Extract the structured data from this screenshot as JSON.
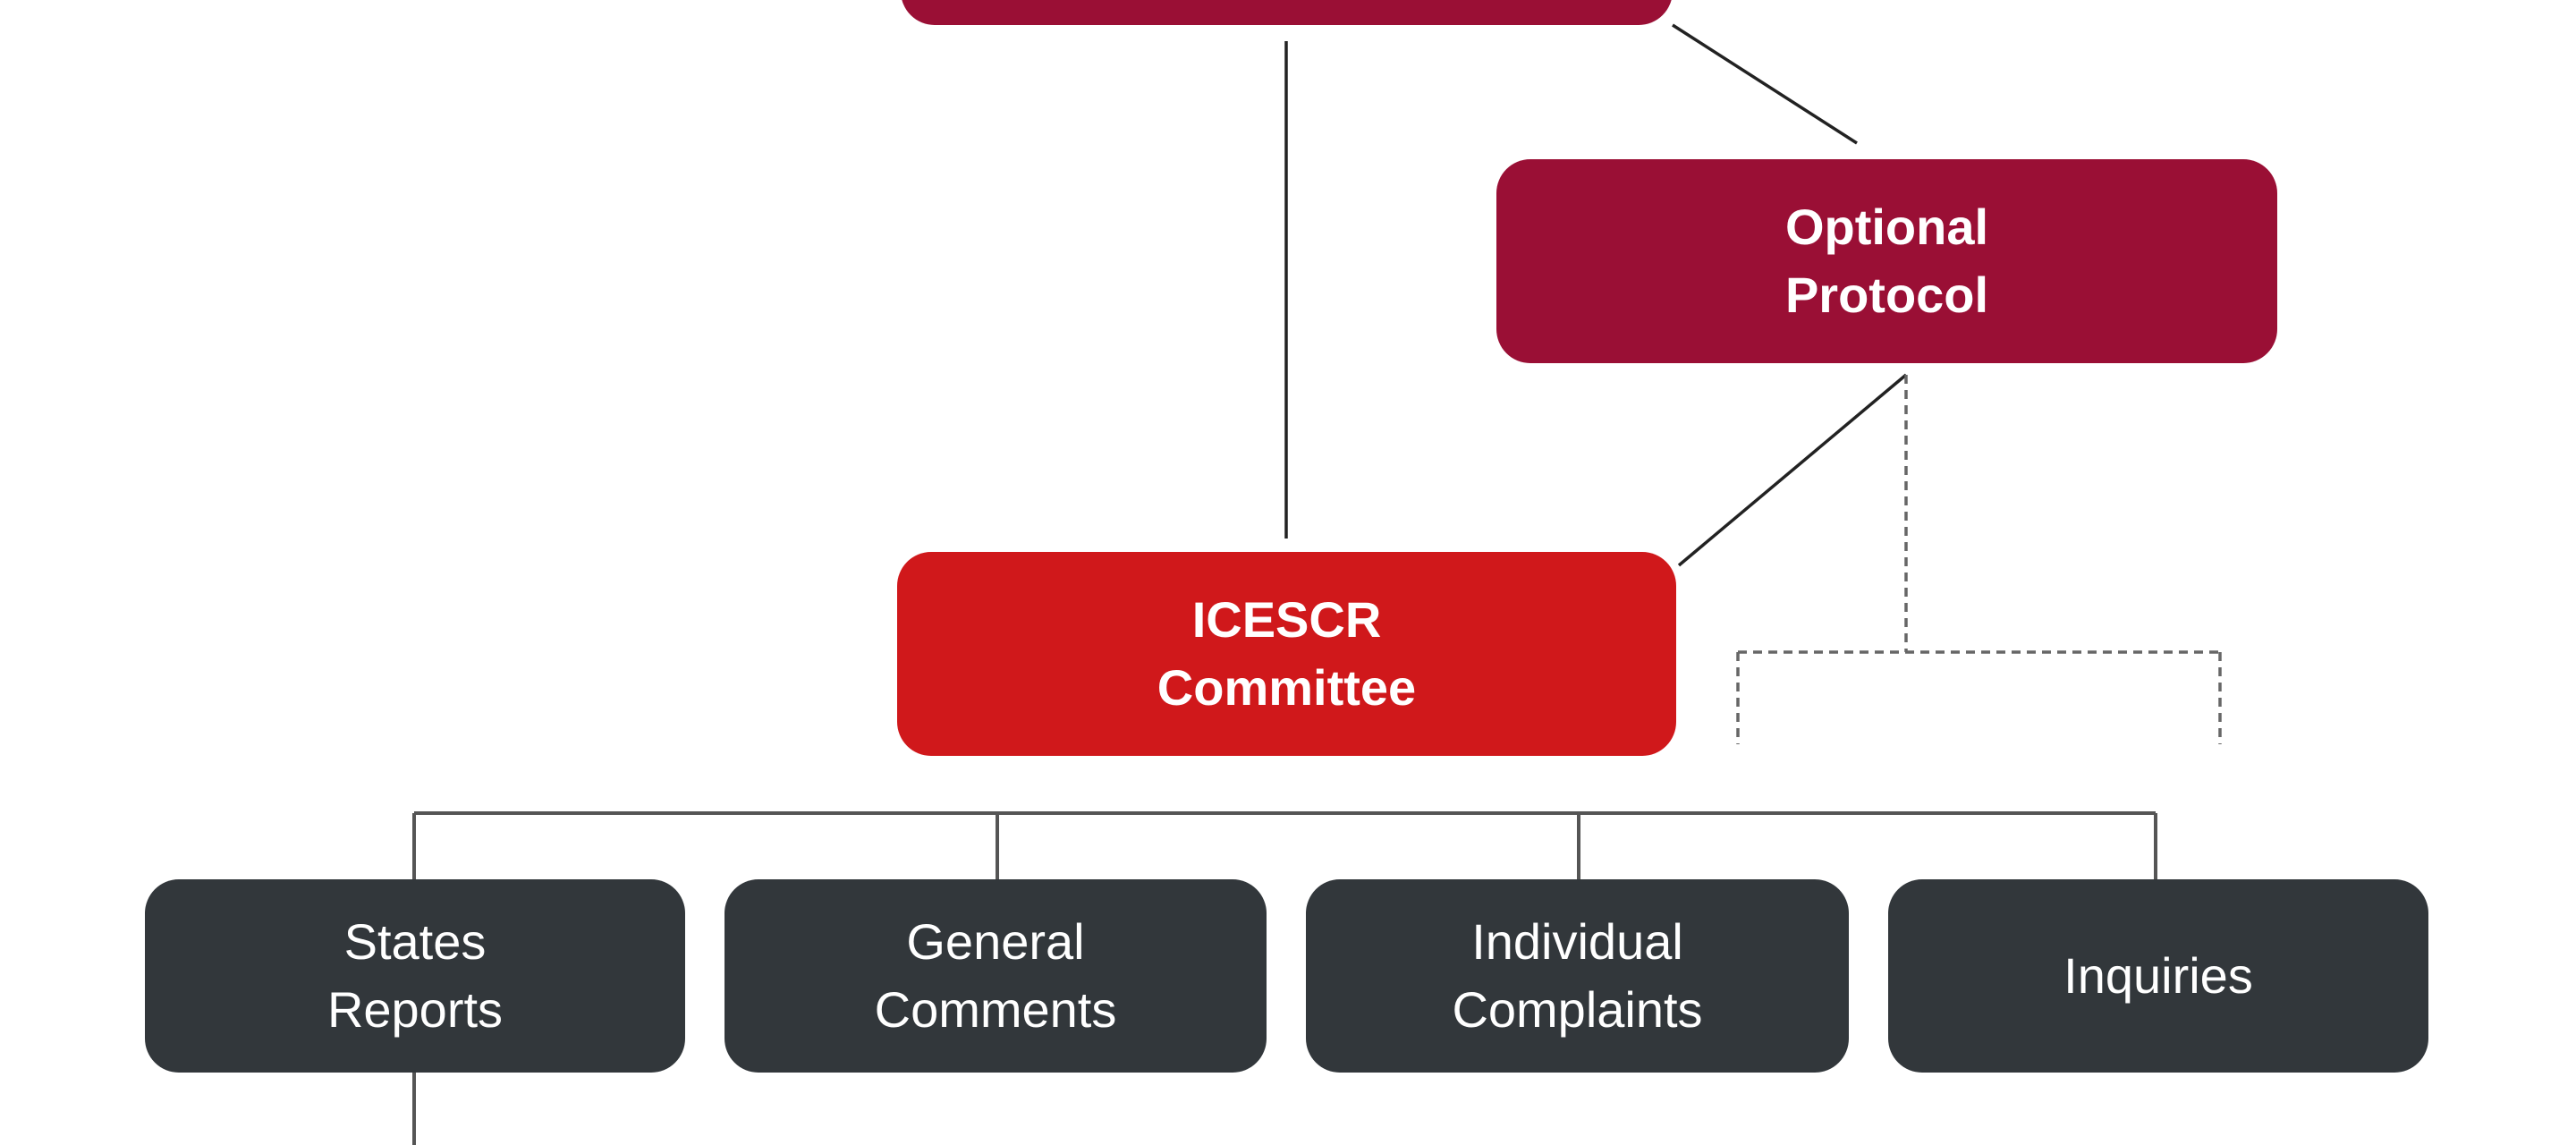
{
  "nodes": {
    "top": {
      "label": ""
    },
    "optional_protocol": {
      "label": "Optional\nProtocol"
    },
    "committee": {
      "label": "ICESCR\nCommittee"
    },
    "functions": [
      {
        "label": "States\nReports"
      },
      {
        "label": "General\nComments"
      },
      {
        "label": "Individual\nComplaints"
      },
      {
        "label": "Inquiries"
      }
    ]
  },
  "colors": {
    "maroon": "#9a0f35",
    "red": "#d0181b",
    "dark": "#32373b",
    "line": "#222222"
  }
}
